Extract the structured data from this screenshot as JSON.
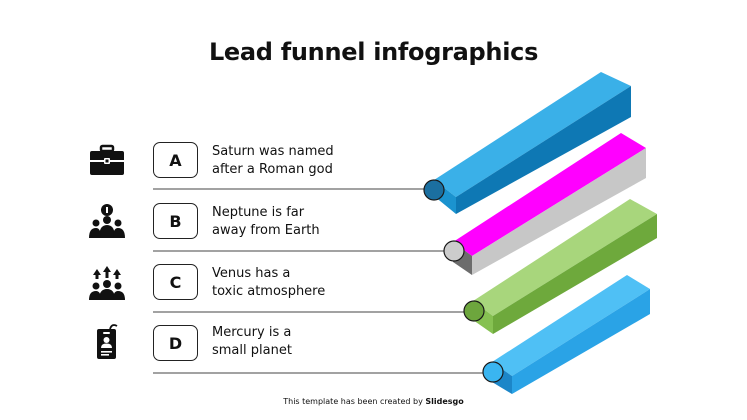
{
  "title": "Lead funnel infographics",
  "items": [
    {
      "letter": "A",
      "line1": "Saturn was named",
      "line2": "after a Roman god",
      "icon": "briefcase-icon",
      "colors": {
        "top": "#3ab0e8",
        "front": "#0e78b4",
        "side": "#1b93cf",
        "dot": "#1b6fa0"
      }
    },
    {
      "letter": "B",
      "line1": "Neptune is far",
      "line2": "away from Earth",
      "icon": "team-leader-icon",
      "colors": {
        "top": "#ff00ff",
        "front": "#c7c7c7",
        "side": "#6c6c6c",
        "dot": "#cccccc"
      }
    },
    {
      "letter": "C",
      "line1": "Venus has a",
      "line2": "toxic atmosphere",
      "icon": "team-growth-icon",
      "colors": {
        "top": "#a8d67c",
        "front": "#6ea93c",
        "side": "#86c152",
        "dot": "#6da63d"
      }
    },
    {
      "letter": "D",
      "line1": "Mercury is a",
      "line2": "small planet",
      "icon": "id-badge-icon",
      "colors": {
        "top": "#4fc0f5",
        "front": "#2aa3e6",
        "side": "#1c86c8",
        "dot": "#3ab5f0"
      }
    }
  ],
  "footer": {
    "prefix": "This template has been created by",
    "brand": "Slidesgo"
  }
}
